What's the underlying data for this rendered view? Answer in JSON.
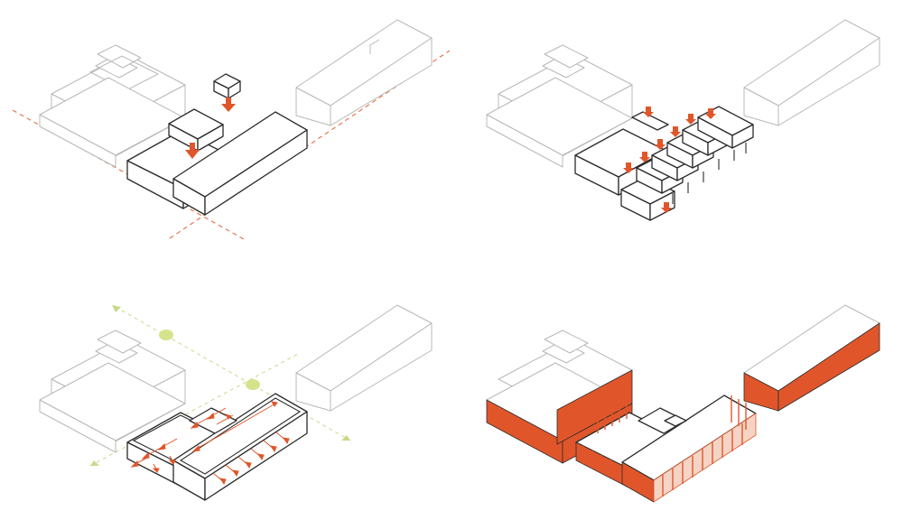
{
  "diagram": {
    "panels": [
      {
        "id": "site-massing",
        "step": 1
      },
      {
        "id": "unit-subdivision",
        "step": 2
      },
      {
        "id": "circulation-flow",
        "step": 3
      },
      {
        "id": "facade-treatment",
        "step": 4
      }
    ],
    "icons": [
      "down-arrow-icon",
      "flow-node-icon",
      "flow-arrow-icon"
    ]
  },
  "colors": {
    "accent": "#e0562a",
    "context": "#b8b8b8",
    "project": "#2b2b2b",
    "flow": "#c8d98a",
    "site_line": "#e8774f",
    "background": "#ffffff"
  }
}
